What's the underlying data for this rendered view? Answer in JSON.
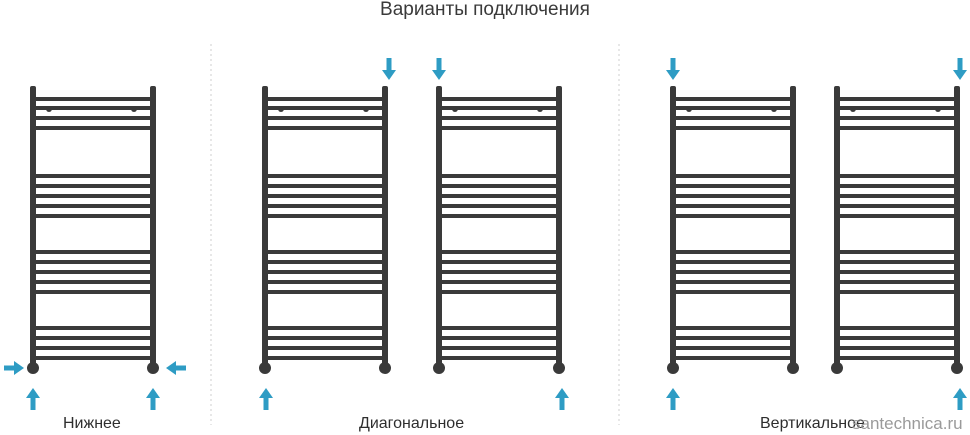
{
  "title": "Варианты подключения",
  "groups": [
    {
      "label": "Нижнее"
    },
    {
      "label": "Диагональное"
    },
    {
      "label": "Вертикальное"
    }
  ],
  "watermark": "santechnica.ru",
  "colors": {
    "rail": "#3a3a3a",
    "arrow": "#2e9cc4",
    "divider": "#cfcfcf",
    "text": "#2e2e2e"
  }
}
